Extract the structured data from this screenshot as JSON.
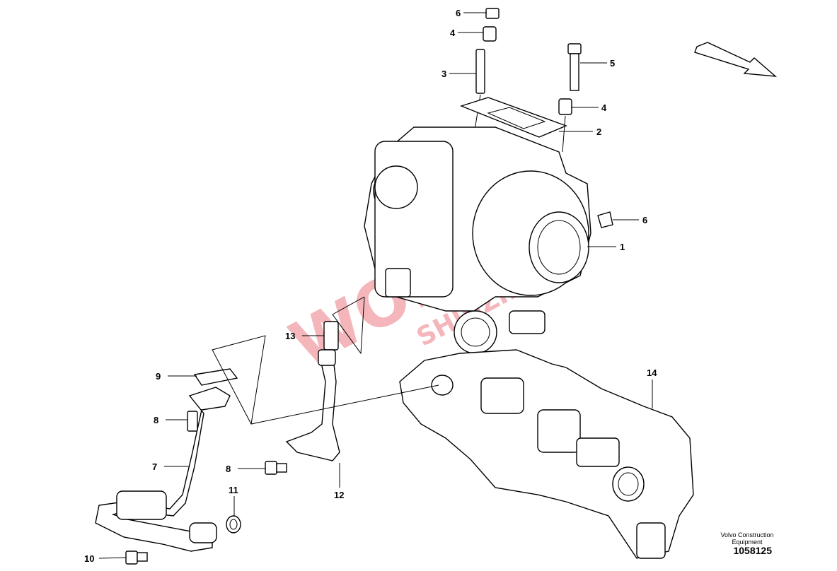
{
  "diagram": {
    "callouts": {
      "c6a": "6",
      "c4a": "4",
      "c3": "3",
      "c5": "5",
      "c4b": "4",
      "c2": "2",
      "c6b": "6",
      "c1": "1",
      "c13": "13",
      "c9": "9",
      "c14": "14",
      "c8a": "8",
      "c7": "7",
      "c8b": "8",
      "c11": "11",
      "c12": "12",
      "c10": "10"
    },
    "watermark": "WORK SHINZIMEO",
    "direction_icon": "arrow-right-down"
  },
  "caption": {
    "brand": "Volvo Construction Equipment",
    "drawing_number": "1058125"
  }
}
